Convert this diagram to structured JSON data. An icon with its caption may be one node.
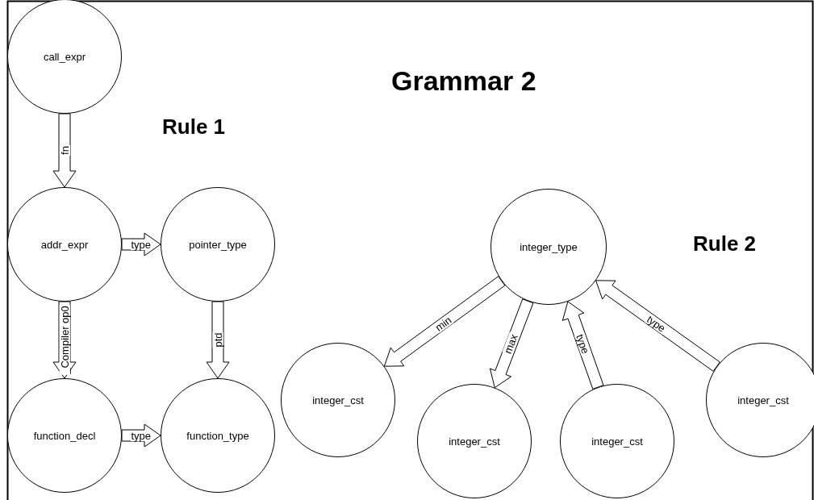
{
  "diagram": {
    "title": "Grammar 2",
    "nodes": [
      {
        "text": [
          "call_expr"
        ]
      },
      {
        "text": [
          "addr_expr"
        ]
      },
      {
        "text": [
          "pointer_type"
        ]
      },
      {
        "text": [
          "function_decl"
        ]
      },
      {
        "text": [
          "function_type"
        ]
      },
      {
        "text": [
          "integer_type"
        ]
      },
      {
        "text": [
          "integer_cst"
        ]
      },
      {
        "text": [
          "integer_cst"
        ]
      },
      {
        "text": [
          "integer_cst"
        ]
      },
      {
        "text": [
          "integer_cst"
        ]
      }
    ],
    "edges": [
      {
        "from": 0,
        "to": 1,
        "arrow": "to",
        "label": "fn"
      },
      {
        "from": 1,
        "to": 2,
        "arrow": "to",
        "label": "type"
      },
      {
        "from": 1,
        "to": 3,
        "arrow": "to",
        "label": "_Compiler op0"
      },
      {
        "from": 2,
        "to": 4,
        "arrow": "to",
        "label": "ptd"
      },
      {
        "from": 3,
        "to": 4,
        "arrow": "to",
        "label": "type"
      },
      {
        "from": 5,
        "to": 6,
        "arrow": "to",
        "label": "min"
      },
      {
        "from": 5,
        "to": 7,
        "arrow": "to",
        "label": "max"
      },
      {
        "from": 8,
        "to": 5,
        "arrow": "to",
        "label": "type"
      },
      {
        "from": 9,
        "to": 5,
        "arrow": "to",
        "label": "type"
      }
    ],
    "labels": [
      "Rule 1",
      "Rule 2"
    ]
  }
}
